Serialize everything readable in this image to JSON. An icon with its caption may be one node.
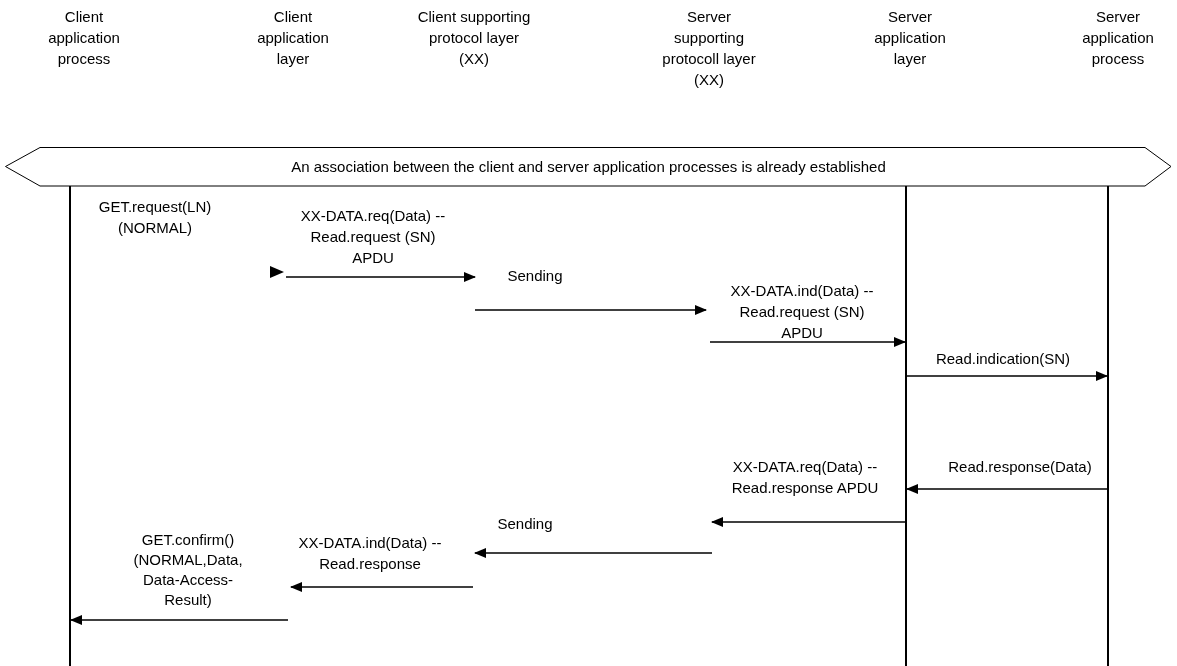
{
  "diagram": {
    "nodes": [
      {
        "text": [
          "Client application process"
        ]
      },
      {
        "text": [
          "Client application layer"
        ]
      },
      {
        "text": [
          "Client supporting protocol layer (XX)"
        ]
      },
      {
        "text": [
          "Server supporting protocoll layer (XX)"
        ]
      },
      {
        "text": [
          "Server application layer"
        ]
      },
      {
        "text": [
          "Server application process"
        ]
      },
      {
        "text": [
          "An association between the client and server application processes is already established"
        ]
      },
      {
        "text": [],
        "shape": "bar"
      },
      {
        "text": [],
        "shape": "bar"
      },
      {
        "text": [],
        "shape": "bar"
      }
    ],
    "edges": [
      {
        "from": null,
        "to": 8,
        "arrow": "to",
        "label": "XX-DATA.ind(Data) -- Read.request (SN) APDU"
      },
      {
        "from": 8,
        "to": 9,
        "arrow": "to",
        "label": "Read.indication(SN)"
      },
      {
        "from": 9,
        "to": 8,
        "arrow": "to",
        "label": "Read.response(Data)"
      },
      {
        "from": 8,
        "to": null,
        "arrow": "to",
        "label": "XX-DATA.req(Data) -- Read.response APDU"
      },
      {
        "from": null,
        "to": 7,
        "arrow": "to",
        "label": "GET.confirm() (NORMAL,Data, Data-Access-Result)"
      }
    ],
    "labels": [
      "GET.request(LN) (NORMAL)",
      "XX-DATA.req(Data) -- Read.request (SN) APDU",
      "Sending",
      "Sending",
      "XX-DATA.ind(Data) -- Read.response"
    ]
  }
}
